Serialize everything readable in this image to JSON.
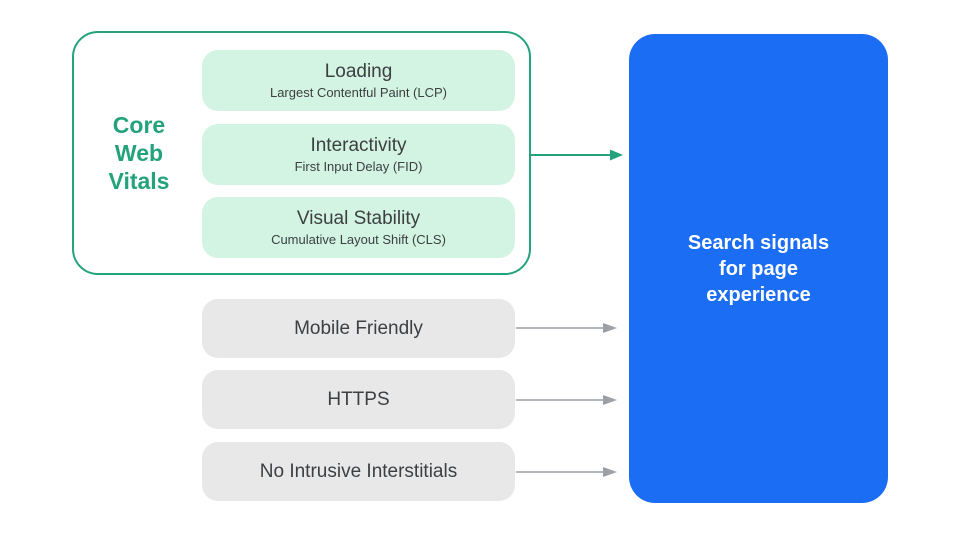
{
  "diagram": {
    "core_web_vitals": {
      "label": "Core Web Vitals",
      "items": [
        {
          "title": "Loading",
          "subtitle": "Largest Contentful Paint (LCP)"
        },
        {
          "title": "Interactivity",
          "subtitle": "First Input Delay (FID)"
        },
        {
          "title": "Visual Stability",
          "subtitle": "Cumulative Layout Shift (CLS)"
        }
      ]
    },
    "other_signals": [
      {
        "label": "Mobile Friendly"
      },
      {
        "label": "HTTPS"
      },
      {
        "label": "No Intrusive Interstitials"
      }
    ],
    "result": {
      "label": "Search signals for page experience"
    },
    "icons": [
      {
        "name": "arrow-right-green",
        "meaning": "core web vitals feed into search signals"
      },
      {
        "name": "arrow-right-gray",
        "meaning": "signal feeds into search signals"
      }
    ]
  },
  "colors": {
    "green": "#23a27c",
    "green_light": "#d3f4e2",
    "gray_pill": "#e8e8e9",
    "text_dark": "#3c4043",
    "blue": "#1b6ef3",
    "arrow_gray": "#9aa0a6",
    "white": "#ffffff"
  }
}
